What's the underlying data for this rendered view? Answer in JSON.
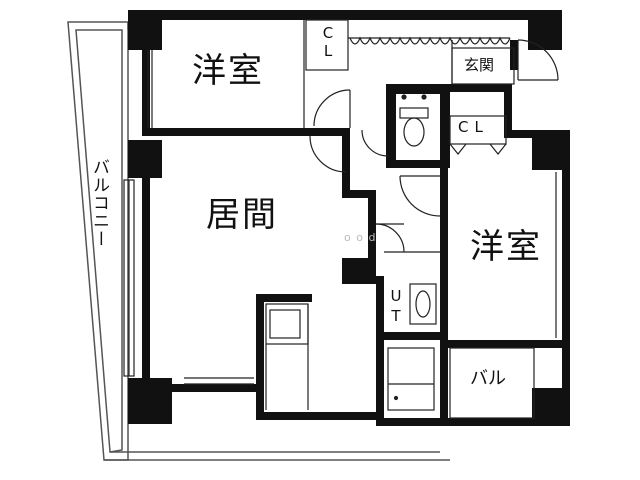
{
  "rooms": {
    "western_room_top": "洋室",
    "living": "居間",
    "western_room_right": "洋室",
    "balcony_left": "バルコニー",
    "balcony_right": "バル",
    "entrance": "玄関",
    "closet_top": "CL",
    "closet_mid": "CL",
    "utility": "UT"
  },
  "watermark": "o o d",
  "colors": {
    "wall": "#111111",
    "line": "#222222",
    "background": "#ffffff"
  }
}
